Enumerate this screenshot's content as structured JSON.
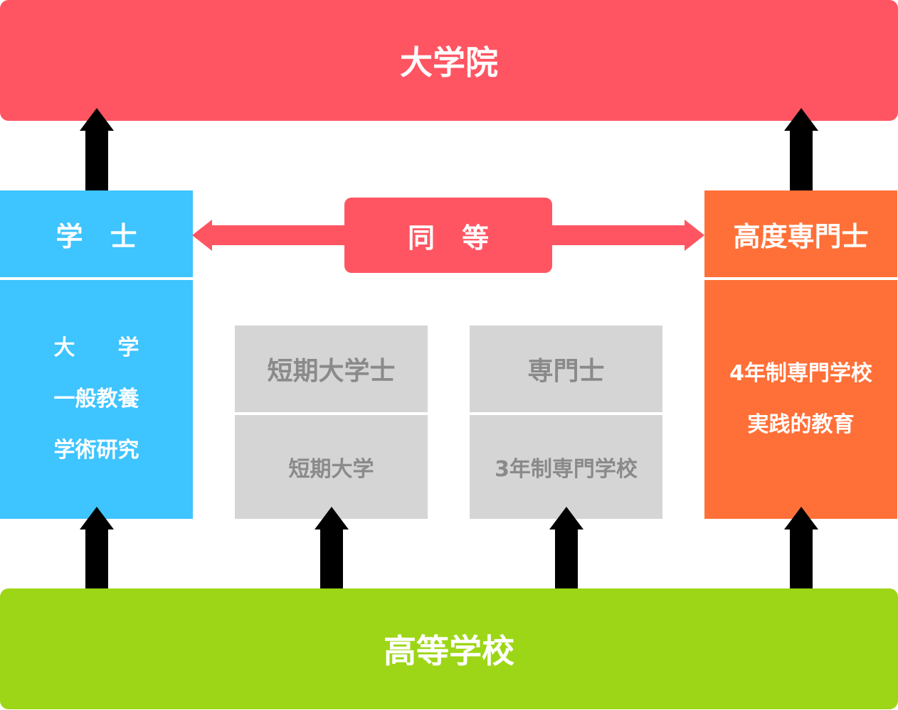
{
  "graduate_school": "大学院",
  "high_school": "高等学校",
  "equivalent": "同　等",
  "university": {
    "degree": "学　士",
    "lines": [
      "大　　学",
      "一般教養",
      "学術研究"
    ]
  },
  "junior_college": {
    "degree": "短期大学士",
    "school": "短期大学"
  },
  "vocational_3yr": {
    "degree": "専門士",
    "school": "3年制専門学校"
  },
  "vocational_4yr": {
    "degree": "高度専門士",
    "lines": [
      "4年制専門学校",
      "実践的教育"
    ]
  },
  "colors": {
    "red": "#ff5562",
    "green": "#9dd617",
    "blue": "#3ec4ff",
    "orange": "#ff7038",
    "gray": "#d5d5d5"
  }
}
